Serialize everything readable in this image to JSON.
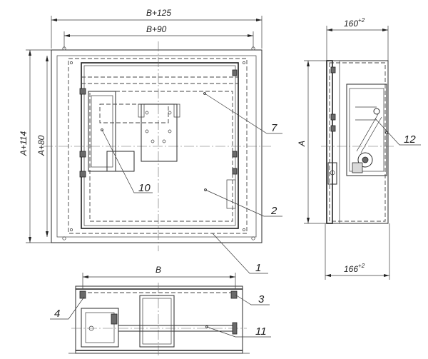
{
  "dimensions": {
    "top_outer": "B+125",
    "top_inner": "B+90",
    "left_outer": "A+114",
    "left_inner": "A+80",
    "side_height": "A",
    "side_top": "160",
    "side_top_sup": "+2",
    "side_bottom": "166",
    "side_bottom_sup": "+2",
    "bottom_width": "B"
  },
  "callouts": {
    "c1": "1",
    "c2": "2",
    "c3": "3",
    "c4": "4",
    "c7": "7",
    "c10": "10",
    "c11": "11",
    "c12": "12"
  }
}
